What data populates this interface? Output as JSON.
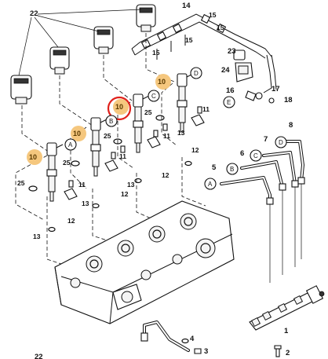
{
  "labels": {
    "coil_assembly": "22",
    "harness": "14",
    "harness_clip_a": "15",
    "harness_clip_b": "15",
    "harness_clip_c": "15",
    "harness_clip_d": "15",
    "sensor": "23",
    "bracket": "24",
    "connector": "16",
    "clip": "17",
    "bolt_18": "18",
    "nozzle_1_qty": "10",
    "nozzle_2_qty": "10",
    "nozzle_3_qty": "10",
    "nozzle_4_qty": "10",
    "clamp_a": "11",
    "clamp_b": "11",
    "clamp_c": "11",
    "clamp_d": "11",
    "clamp_bolt_a": "12",
    "clamp_bolt_b": "12",
    "clamp_bolt_c": "12",
    "clamp_bolt_d": "12",
    "seal_a": "13",
    "seal_b": "13",
    "seal_c": "13",
    "seal_d": "13",
    "oring_a": "25",
    "oring_b": "25",
    "oring_c": "25",
    "oring_d": "25",
    "pipe_a": "5",
    "pipe_b": "6",
    "pipe_c": "7",
    "pipe_d": "8",
    "rail": "1",
    "rail_bolt": "2",
    "rail_nut": "3",
    "rail_washer": "4",
    "cropped_label": "22"
  },
  "callouts": {
    "A": "A",
    "B": "B",
    "C": "C",
    "D": "D",
    "E": "E"
  },
  "colors": {
    "highlight_fill": "#f5c77e",
    "highlight_ring": "#e0201b",
    "ink": "#111111"
  }
}
